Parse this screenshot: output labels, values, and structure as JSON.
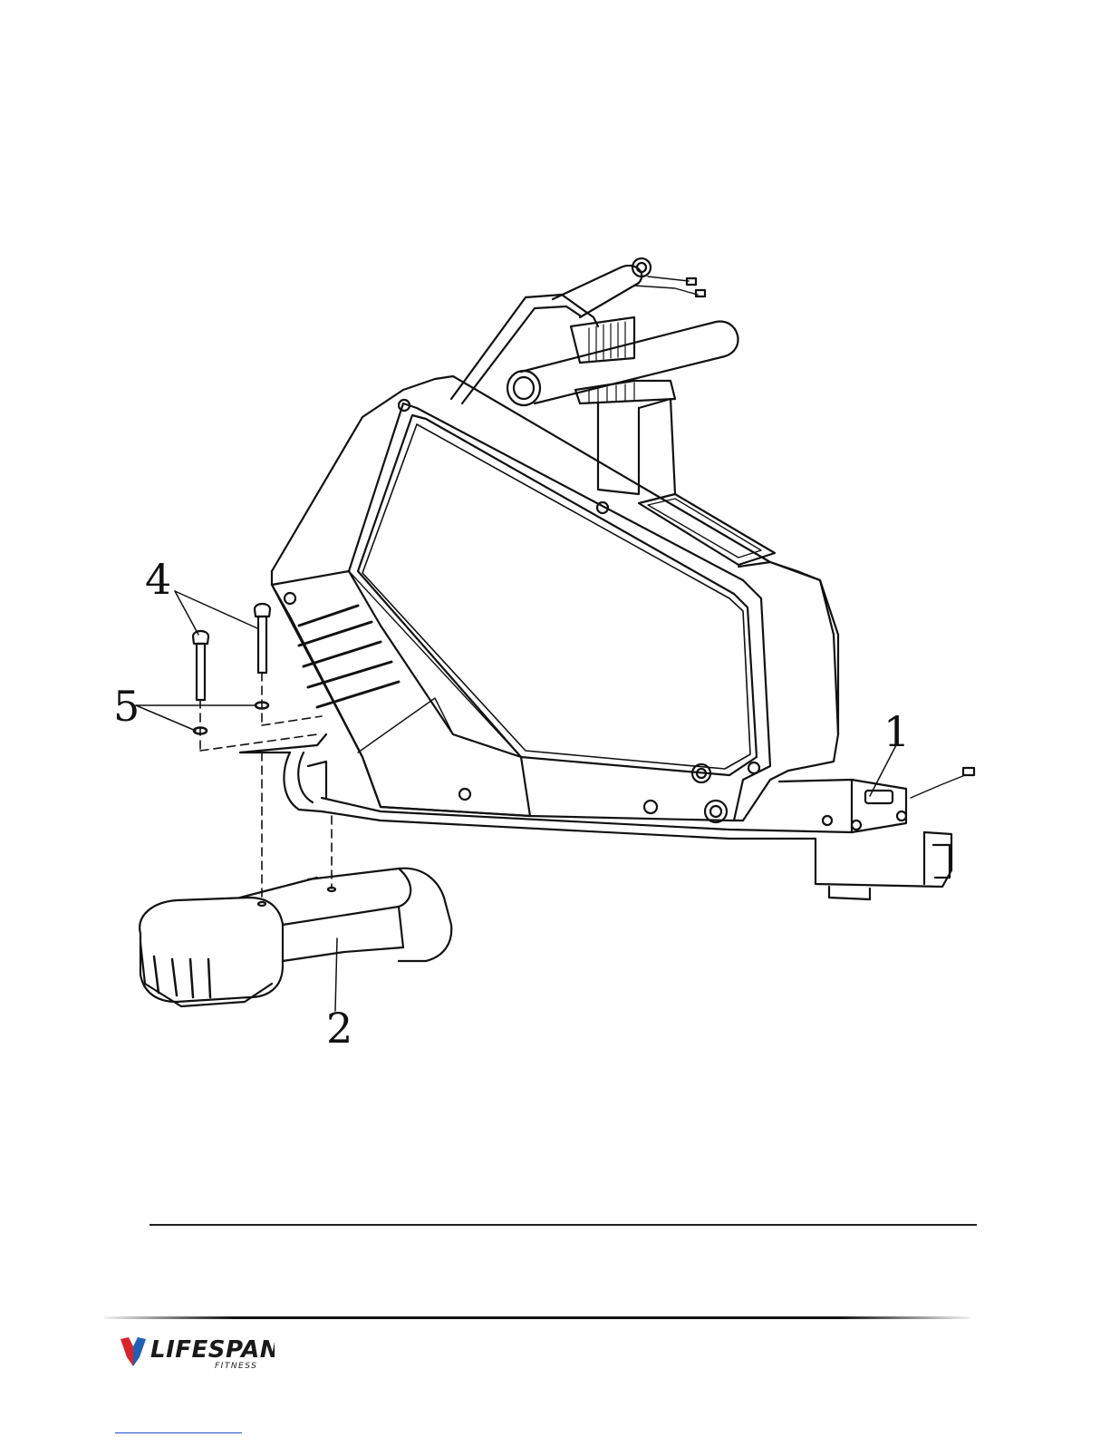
{
  "diagram": {
    "callouts": [
      {
        "id": "part-1",
        "label": "1"
      },
      {
        "id": "part-2",
        "label": "2"
      },
      {
        "id": "part-4",
        "label": "4"
      },
      {
        "id": "part-5",
        "label": "5"
      }
    ]
  },
  "footer": {
    "brand": "LIFESPAN",
    "brand_sub": "FITNESS",
    "colors": {
      "logo_red": "#d8232a",
      "logo_blue": "#1f5fb4"
    }
  }
}
